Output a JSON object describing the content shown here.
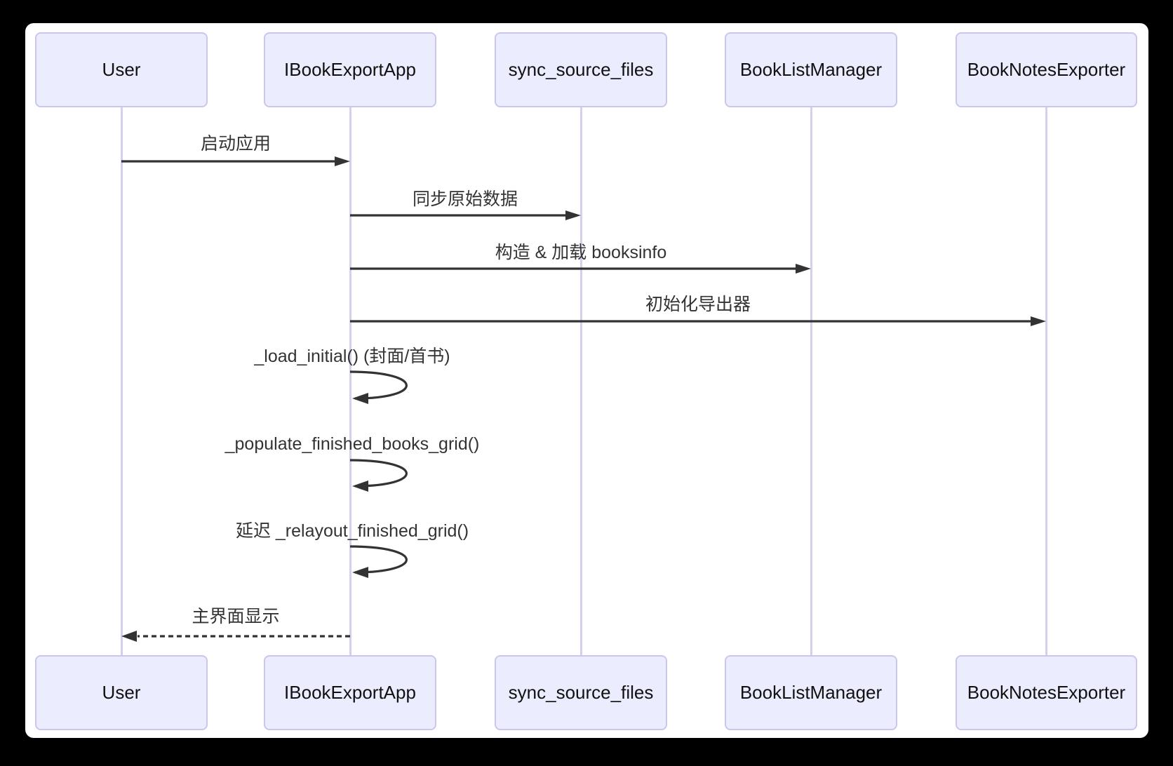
{
  "diagram": {
    "kind": "sequence-diagram",
    "participants": [
      {
        "name": "User"
      },
      {
        "name": "IBookExportApp"
      },
      {
        "name": "sync_source_files"
      },
      {
        "name": "BookListManager"
      },
      {
        "name": "BookNotesExporter"
      }
    ],
    "messages": [
      {
        "from": "User",
        "to": "IBookExportApp",
        "label": "启动应用",
        "style": "solid-arrow"
      },
      {
        "from": "IBookExportApp",
        "to": "sync_source_files",
        "label": "同步原始数据",
        "style": "solid-arrow"
      },
      {
        "from": "IBookExportApp",
        "to": "BookListManager",
        "label": "构造 & 加载 booksinfo",
        "style": "solid-arrow"
      },
      {
        "from": "IBookExportApp",
        "to": "BookNotesExporter",
        "label": "初始化导出器",
        "style": "solid-arrow"
      },
      {
        "from": "IBookExportApp",
        "to": "IBookExportApp",
        "label": "_load_initial() (封面/首书)",
        "style": "self-loop"
      },
      {
        "from": "IBookExportApp",
        "to": "IBookExportApp",
        "label": "_populate_finished_books_grid()",
        "style": "self-loop"
      },
      {
        "from": "IBookExportApp",
        "to": "IBookExportApp",
        "label": "延迟 _relayout_finished_grid()",
        "style": "self-loop"
      },
      {
        "from": "IBookExportApp",
        "to": "User",
        "label": "主界面显示",
        "style": "dashed-arrow"
      }
    ],
    "colors": {
      "actor_fill": "#ECECFF",
      "actor_border": "#CCC6EC",
      "lifeline": "#D6CFF0",
      "arrow": "#333333",
      "msg_text": "#333333",
      "actor_text": "#111111",
      "canvas_bg": "#FFFFFF",
      "frame_bg": "#000000"
    }
  }
}
